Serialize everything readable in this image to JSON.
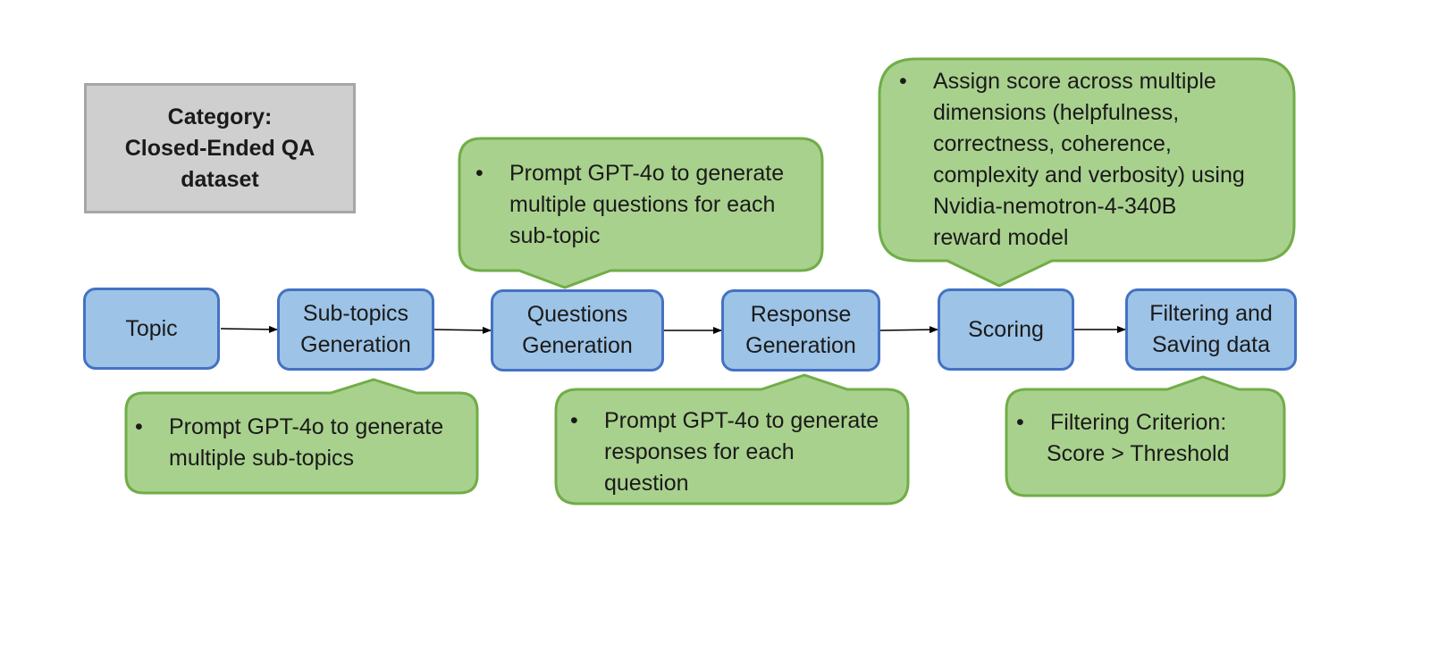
{
  "category": {
    "line1": "Category:",
    "line2": "Closed-Ended QA",
    "line3": "dataset"
  },
  "steps": [
    {
      "label": "Topic"
    },
    {
      "label": "Sub-topics\nGeneration"
    },
    {
      "label": "Questions\nGeneration"
    },
    {
      "label": "Response\nGeneration"
    },
    {
      "label": "Scoring"
    },
    {
      "label": "Filtering and\nSaving data"
    }
  ],
  "callouts": {
    "subtopics": {
      "bullet": "•",
      "lines": [
        "Prompt GPT-4o to generate",
        "multiple sub-topics"
      ]
    },
    "questions": {
      "bullet": "•",
      "lines": [
        "Prompt GPT-4o to generate",
        "multiple questions for each",
        "sub-topic"
      ]
    },
    "response": {
      "bullet": "•",
      "lines": [
        "Prompt GPT-4o to generate",
        "responses for each",
        "question"
      ]
    },
    "scoring": {
      "bullet": "•",
      "lines": [
        "Assign score across multiple",
        "dimensions (helpfulness,",
        "correctness, coherence,",
        "complexity and verbosity) using",
        "Nvidia-nemotron-4-340B",
        "reward model"
      ]
    },
    "filtering": {
      "bullet": "•",
      "lines": [
        "Filtering Criterion:",
        "Score > Threshold"
      ]
    }
  },
  "colors": {
    "step_fill": "#9dc3e6",
    "step_border": "#4472c4",
    "callout_fill": "#a9d18e",
    "callout_border": "#70ad47",
    "category_fill": "#d0cfd0",
    "category_border": "#a6a6a6"
  }
}
